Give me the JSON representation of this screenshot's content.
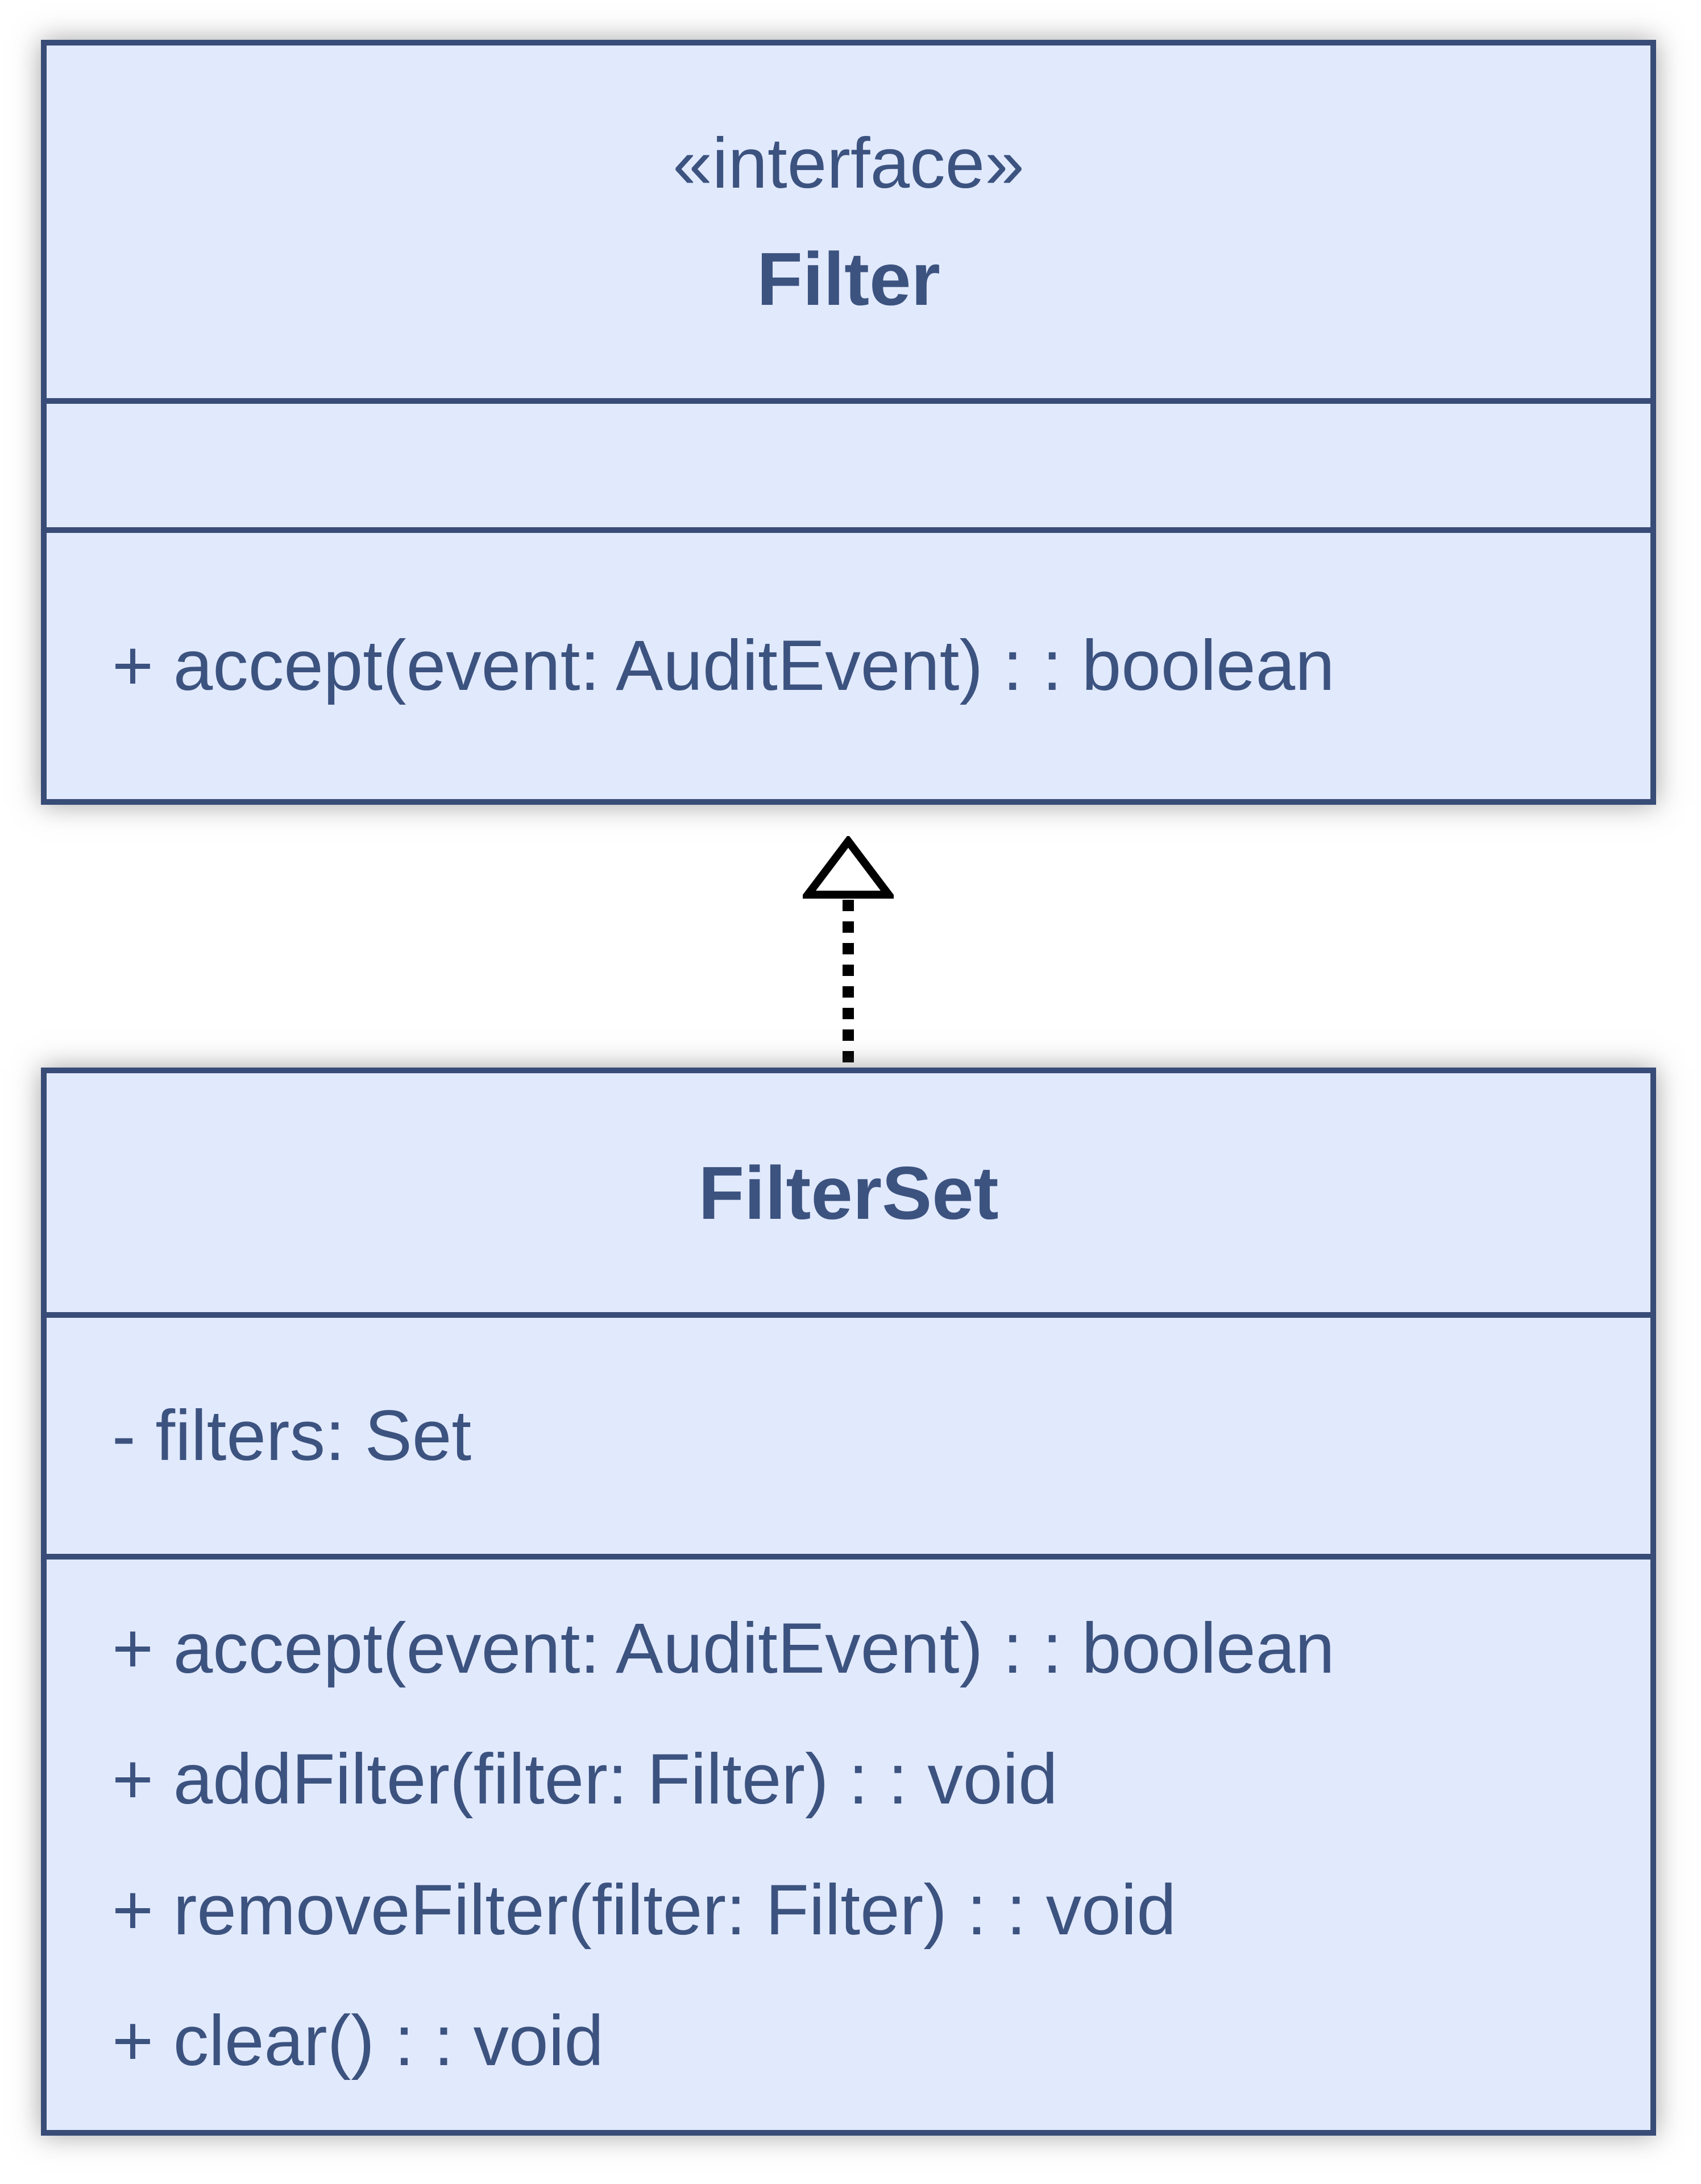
{
  "diagram": {
    "type": "uml-class-diagram",
    "relationship": "realization (dashed arrow, hollow triangle pointing from FilterSet up to Filter)",
    "colors": {
      "box_fill": "#e1e9fc",
      "box_border": "#384c77",
      "text": "#3c5380",
      "arrow": "#000000",
      "background": "#ffffff"
    },
    "interface": {
      "stereotype": "«interface»",
      "name": "Filter",
      "attributes": [],
      "methods": [
        "+ accept(event: AuditEvent) : : boolean"
      ]
    },
    "filterset": {
      "name": "FilterSet",
      "attributes": [
        "- filters: Set"
      ],
      "methods": [
        "+ accept(event: AuditEvent) : : boolean",
        "+ addFilter(filter: Filter) : : void",
        "+ removeFilter(filter: Filter) : : void",
        "+ clear() : : void"
      ]
    }
  }
}
